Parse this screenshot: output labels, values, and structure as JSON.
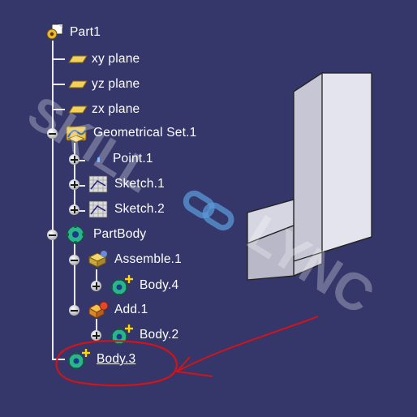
{
  "tree": {
    "root": {
      "label": "Part1",
      "icon": "part-icon"
    },
    "planes": [
      {
        "label": "xy plane",
        "icon": "plane-icon"
      },
      {
        "label": "yz plane",
        "icon": "plane-icon"
      },
      {
        "label": "zx plane",
        "icon": "plane-icon"
      }
    ],
    "geometrical_set": {
      "label": "Geometrical Set.1",
      "icon": "geometrical-set-icon",
      "children": [
        {
          "label": "Point.1",
          "icon": "point-icon"
        },
        {
          "label": "Sketch.1",
          "icon": "sketch-icon"
        },
        {
          "label": "Sketch.2",
          "icon": "sketch-icon"
        }
      ]
    },
    "part_body": {
      "label": "PartBody",
      "icon": "part-body-icon",
      "assemble": {
        "label": "Assemble.1",
        "icon": "assemble-icon",
        "child": {
          "label": "Body.4",
          "icon": "body-icon"
        }
      },
      "add": {
        "label": "Add.1",
        "icon": "add-icon",
        "child": {
          "label": "Body.2",
          "icon": "body-icon"
        }
      }
    },
    "body3": {
      "label": "Body.3",
      "icon": "body-icon"
    }
  },
  "watermark": {
    "text": "SKILL",
    "text2": "LYNC"
  },
  "colors": {
    "background": "#35366a",
    "annotation": "#d0141a",
    "model_face_light": "#e8e8f2",
    "model_face_mid": "#c9c9d6",
    "model_face_dark": "#a9a9bb"
  }
}
